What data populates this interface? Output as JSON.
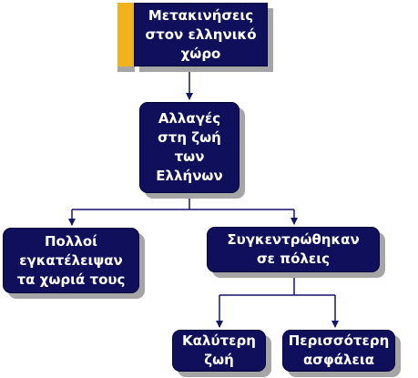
{
  "diagram": {
    "nodes": [
      {
        "id": "root",
        "text": "Μετακινήσεις\nστον ελληνικό\nχώρο"
      },
      {
        "id": "changes",
        "text": "Αλλαγές\nστη ζωή\nτων\nΕλλήνων"
      },
      {
        "id": "abandoned",
        "text": "Πολλοί\nεγκατέλειψαν\nτα χωριά τους"
      },
      {
        "id": "cities",
        "text": "Συγκεντρώθηκαν\nσε πόλεις"
      },
      {
        "id": "better",
        "text": "Καλύτερη\nζωή"
      },
      {
        "id": "safety",
        "text": "Περισσότερη\nασφάλεια"
      }
    ],
    "edges": [
      {
        "from": "root",
        "to": "changes"
      },
      {
        "from": "changes",
        "to": "abandoned"
      },
      {
        "from": "changes",
        "to": "cities"
      },
      {
        "from": "cities",
        "to": "better"
      },
      {
        "from": "cities",
        "to": "safety"
      }
    ],
    "colors": {
      "box_fill": "#0f0f5c",
      "box_text": "#ffffff",
      "accent": "#f2b21b",
      "shadow": "#a5a5a5",
      "connector": "#14146a"
    }
  }
}
